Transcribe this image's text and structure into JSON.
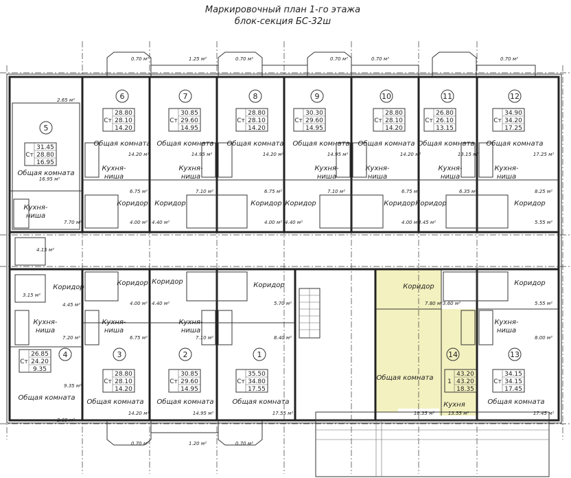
{
  "title": {
    "line1": "Маркировочный план 1-го этажа",
    "line2": "блок-секция БС-32ш"
  },
  "colors": {
    "highlight": "#f3f1bf",
    "walls": "#222222"
  },
  "apartments": [
    {
      "num": "6",
      "prefix": "Ст",
      "vals": [
        "28.80",
        "28.10",
        "14.20"
      ]
    },
    {
      "num": "7",
      "prefix": "Ст",
      "vals": [
        "30.85",
        "29.60",
        "14.95"
      ]
    },
    {
      "num": "8",
      "prefix": "Ст",
      "vals": [
        "28.80",
        "28.10",
        "14.20"
      ]
    },
    {
      "num": "9",
      "prefix": "Ст",
      "vals": [
        "30.30",
        "29.60",
        "14.95"
      ]
    },
    {
      "num": "10",
      "prefix": "Ст",
      "vals": [
        "28.80",
        "28.10",
        "14.20"
      ]
    },
    {
      "num": "11",
      "prefix": "Ст",
      "vals": [
        "26.80",
        "26.10",
        "13.15"
      ]
    },
    {
      "num": "12",
      "prefix": "Ст",
      "vals": [
        "34.90",
        "34.20",
        "17.25"
      ]
    },
    {
      "num": "5",
      "prefix": "Ст",
      "vals": [
        "31.45",
        "28.80",
        "16.95"
      ]
    },
    {
      "num": "4",
      "prefix": "Ст",
      "vals": [
        "26.85",
        "24.20",
        "9.35"
      ]
    },
    {
      "num": "3",
      "prefix": "Ст",
      "vals": [
        "28.80",
        "28.10",
        "14.20"
      ]
    },
    {
      "num": "2",
      "prefix": "Ст",
      "vals": [
        "30.85",
        "29.60",
        "14.95"
      ]
    },
    {
      "num": "1",
      "prefix": "Ст",
      "vals": [
        "35.50",
        "34.80",
        "17.55"
      ]
    },
    {
      "num": "14",
      "prefix": "1",
      "vals": [
        "43.20",
        "43.20",
        "18.35"
      ]
    },
    {
      "num": "13",
      "prefix": "Ст",
      "vals": [
        "34.15",
        "34.15",
        "17.45"
      ]
    }
  ],
  "room_labels": {
    "living": "Общая комната",
    "kitchen_line1": "Кухня-",
    "kitchen_line2": "ниша",
    "corridor": "Коридор",
    "kitchen": "Кухня"
  },
  "dims": [
    "0.70 м²",
    "1.25 м²",
    "0.70 м²",
    "0.70 м²",
    "0.70 м²",
    "0.70 м²",
    "14.20 м²",
    "14.95 м²",
    "14.20 м²",
    "14.95 м²",
    "14.20 м²",
    "13.15 м²",
    "17.25 м²",
    "16.95 м²",
    "6.75 м²",
    "7.10 м²",
    "6.75 м²",
    "7.10 м²",
    "6.75 м²",
    "6.35 м²",
    "8.25 м²",
    "7.70 м²",
    "4.00 м²",
    "4.40 м²",
    "4.00 м²",
    "4.40 м²",
    "4.00 м²",
    "3.45 м²",
    "5.55 м²",
    "4.45 м²",
    "4.00 м²",
    "4.40 м²",
    "5.70 м²",
    "7.80 м²",
    "3.60 м²",
    "5.55 м²",
    "7.20 м²",
    "6.75 м²",
    "7.10 м²",
    "8.40 м²",
    "8.00 м²",
    "9.35 м²",
    "14.20 м²",
    "14.95 м²",
    "17.55 м²",
    "18.35 м²",
    "13.55 м²",
    "17.45 м²",
    "2.65 м²",
    "2.65 м²",
    "0.70 м²",
    "1.20 м²",
    "0.70 м²",
    "4.15 м²",
    "3.15 м²"
  ]
}
